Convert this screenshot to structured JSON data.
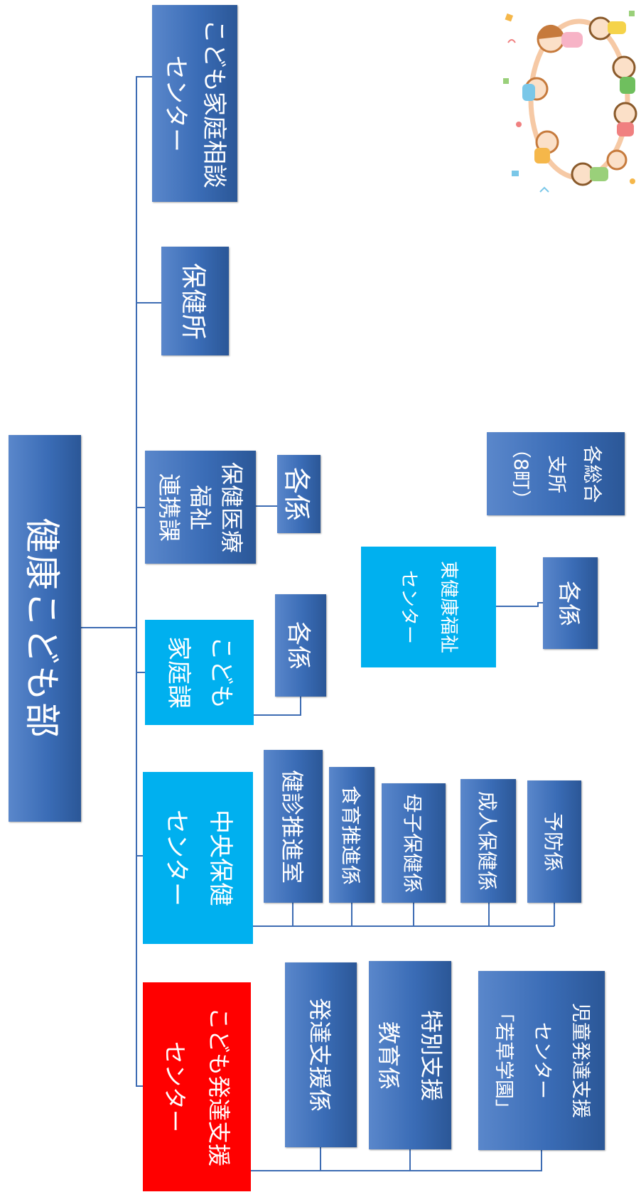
{
  "root": {
    "label": "健康こども部"
  },
  "departments": [
    {
      "id": "katei_center",
      "lines": [
        "こども家庭相談",
        "センター"
      ]
    },
    {
      "id": "hokenjo",
      "lines": [
        "保健所"
      ]
    },
    {
      "id": "iryo",
      "lines": [
        "保健医療",
        "福祉",
        "連携課"
      ]
    },
    {
      "id": "kodomo_katei",
      "lines": [
        "こども",
        "家庭課"
      ]
    },
    {
      "id": "chuo",
      "lines": [
        "中央保健",
        "センター"
      ]
    },
    {
      "id": "hattatsu",
      "lines": [
        "こども発達支援",
        "センター"
      ]
    }
  ],
  "iryo_sub": {
    "label": "各係"
  },
  "kodomo_katei_sub": {
    "label": "各係"
  },
  "higashi": {
    "lines": [
      "東健康福祉",
      "センター"
    ]
  },
  "higashi_sub": {
    "label": "各係"
  },
  "sogo": {
    "lines": [
      "各総合",
      "支所",
      "（8町）"
    ]
  },
  "chuo_subs": [
    "健診推進室",
    "食育推進係",
    "母子保健係",
    "成人保健係",
    "予防係"
  ],
  "hattatsu_subs": [
    {
      "lines": [
        "発達支援係"
      ]
    },
    {
      "lines": [
        "特別支援",
        "教育係"
      ]
    },
    {
      "lines": [
        "児童発達支援",
        "センター",
        "「若草学園」"
      ]
    }
  ],
  "colors": {
    "blue": "#3a6cb6",
    "cyan": "#00b0ef",
    "red": "#ff0000",
    "line": "#3d6cb3"
  },
  "illustration": {
    "icon": "children-holding-hands-circle-illustration"
  }
}
